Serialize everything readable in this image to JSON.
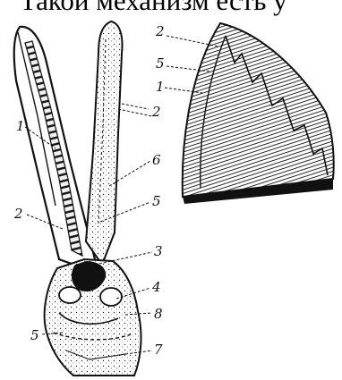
{
  "caption_fragment": "Такой механизм есть у",
  "callouts_left": {
    "n1": "1",
    "n2": "2",
    "n3": "3",
    "n4": "4",
    "n5": "5",
    "n6": "6",
    "n7": "7",
    "n8": "8",
    "n2_top": "2",
    "n5_low": "5"
  },
  "callouts_right": {
    "n2": "2",
    "n5": "5",
    "n1": "1"
  }
}
